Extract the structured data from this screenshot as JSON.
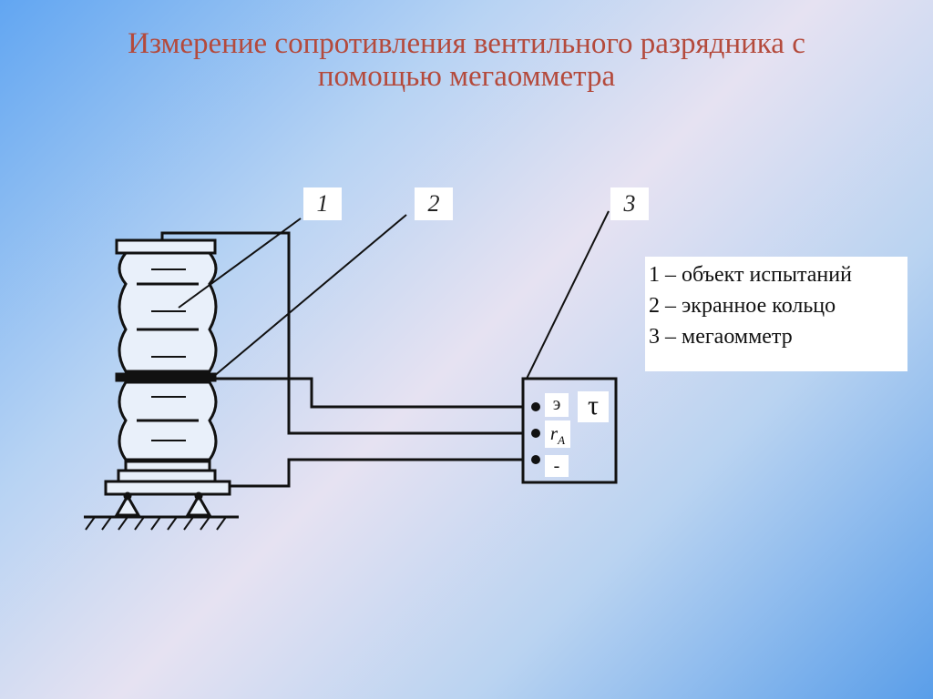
{
  "title": {
    "line1": "Измерение сопротивления вентильного разрядника с",
    "line2": "помощью мегаомметра"
  },
  "callouts": [
    "1",
    "2",
    "3"
  ],
  "legend": [
    "1 – объект испытаний",
    "2 – экранное кольцо",
    "3 – мегаомметр"
  ],
  "megohmmeter": {
    "terminal_e": "э",
    "terminal_r": "r",
    "terminal_r_sub": "A",
    "terminal_minus": "-",
    "symbol": "τ"
  }
}
